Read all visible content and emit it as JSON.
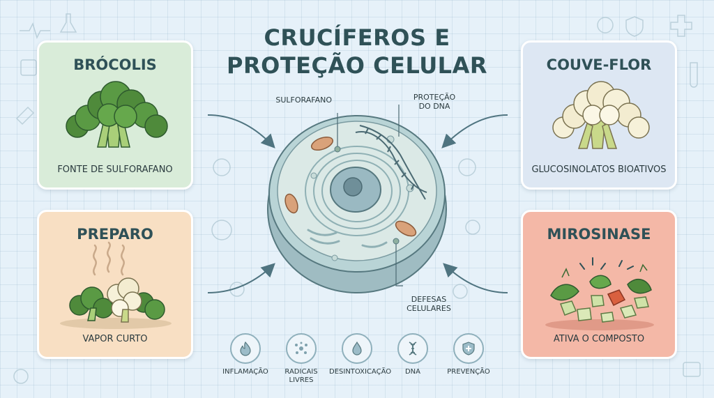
{
  "title": {
    "line1": "CRUCÍFEROS E",
    "line2": "PROTEÇÃO CELULAR"
  },
  "cards": {
    "broccoli": {
      "title": "BRÓCOLIS",
      "caption": "FONTE DE SULFORAFANO"
    },
    "cauliflower": {
      "title": "COUVE-FLOR",
      "caption": "GLUCOSINOLATOS BIOATIVOS"
    },
    "preparation": {
      "title": "PREPARO",
      "caption": "VAPOR CURTO"
    },
    "myrosinase": {
      "title": "MIROSINASE",
      "caption": "ATIVA O COMPOSTO"
    }
  },
  "cell_labels": {
    "sulforaphane": "SULFORAFANO",
    "dna_protection_1": "PROTEÇÃO",
    "dna_protection_2": "DO DNA",
    "cell_defenses_1": "DEFESAS",
    "cell_defenses_2": "CELULARES"
  },
  "icons": [
    {
      "name": "flame-icon",
      "label": "INFLAMAÇÃO"
    },
    {
      "name": "free-radicals-icon",
      "label": "RADICAIS LIVRES"
    },
    {
      "name": "droplet-icon",
      "label": "DESINTOXICAÇÃO"
    },
    {
      "name": "dna-icon",
      "label": "DNA"
    },
    {
      "name": "shield-icon",
      "label": "PREVENÇÃO"
    }
  ],
  "colors": {
    "title": "#2f5157",
    "broccoli_card": "#d9ecd9",
    "cauliflower_card": "#dde7f3",
    "preparation_card": "#f8dfc3",
    "myrosinase_card": "#f4b8a7",
    "cell_membrane": "#b9d4d6",
    "arrow": "#4f7480"
  }
}
